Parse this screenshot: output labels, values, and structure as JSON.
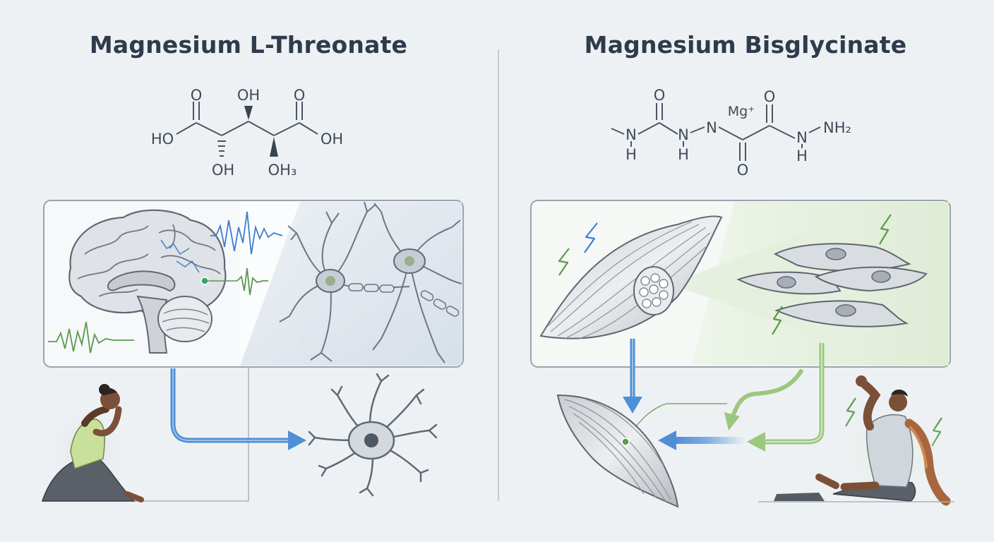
{
  "left_panel": {
    "title": "Magnesium L-Threonate",
    "molecule": {
      "atoms": [
        "O",
        "OH",
        "O",
        "HO",
        "OH",
        "OH",
        "OH₃"
      ]
    }
  },
  "right_panel": {
    "title": "Magnesium Bisglycinate",
    "molecule": {
      "atoms": [
        "O",
        "O",
        "Mg⁺",
        "N",
        "N",
        "N",
        "N",
        "NH₂",
        "H",
        "H",
        "H",
        "O"
      ]
    }
  },
  "colors": {
    "background": "#eef1f4",
    "title_text": "#2e3b4c",
    "brain_accent_blue": "#3c7fd0",
    "wave_green": "#5a9a4c",
    "arrow_blue": "#4f8fd6",
    "arrow_green": "#9cc77e",
    "muscle_panel_tint": "#e3eedb"
  },
  "icons": [
    "brain-icon",
    "neuron-icon",
    "muscle-fiber-icon",
    "muscle-cell-icon",
    "lightning-icon",
    "person-meditating-icon",
    "person-flexing-icon"
  ]
}
